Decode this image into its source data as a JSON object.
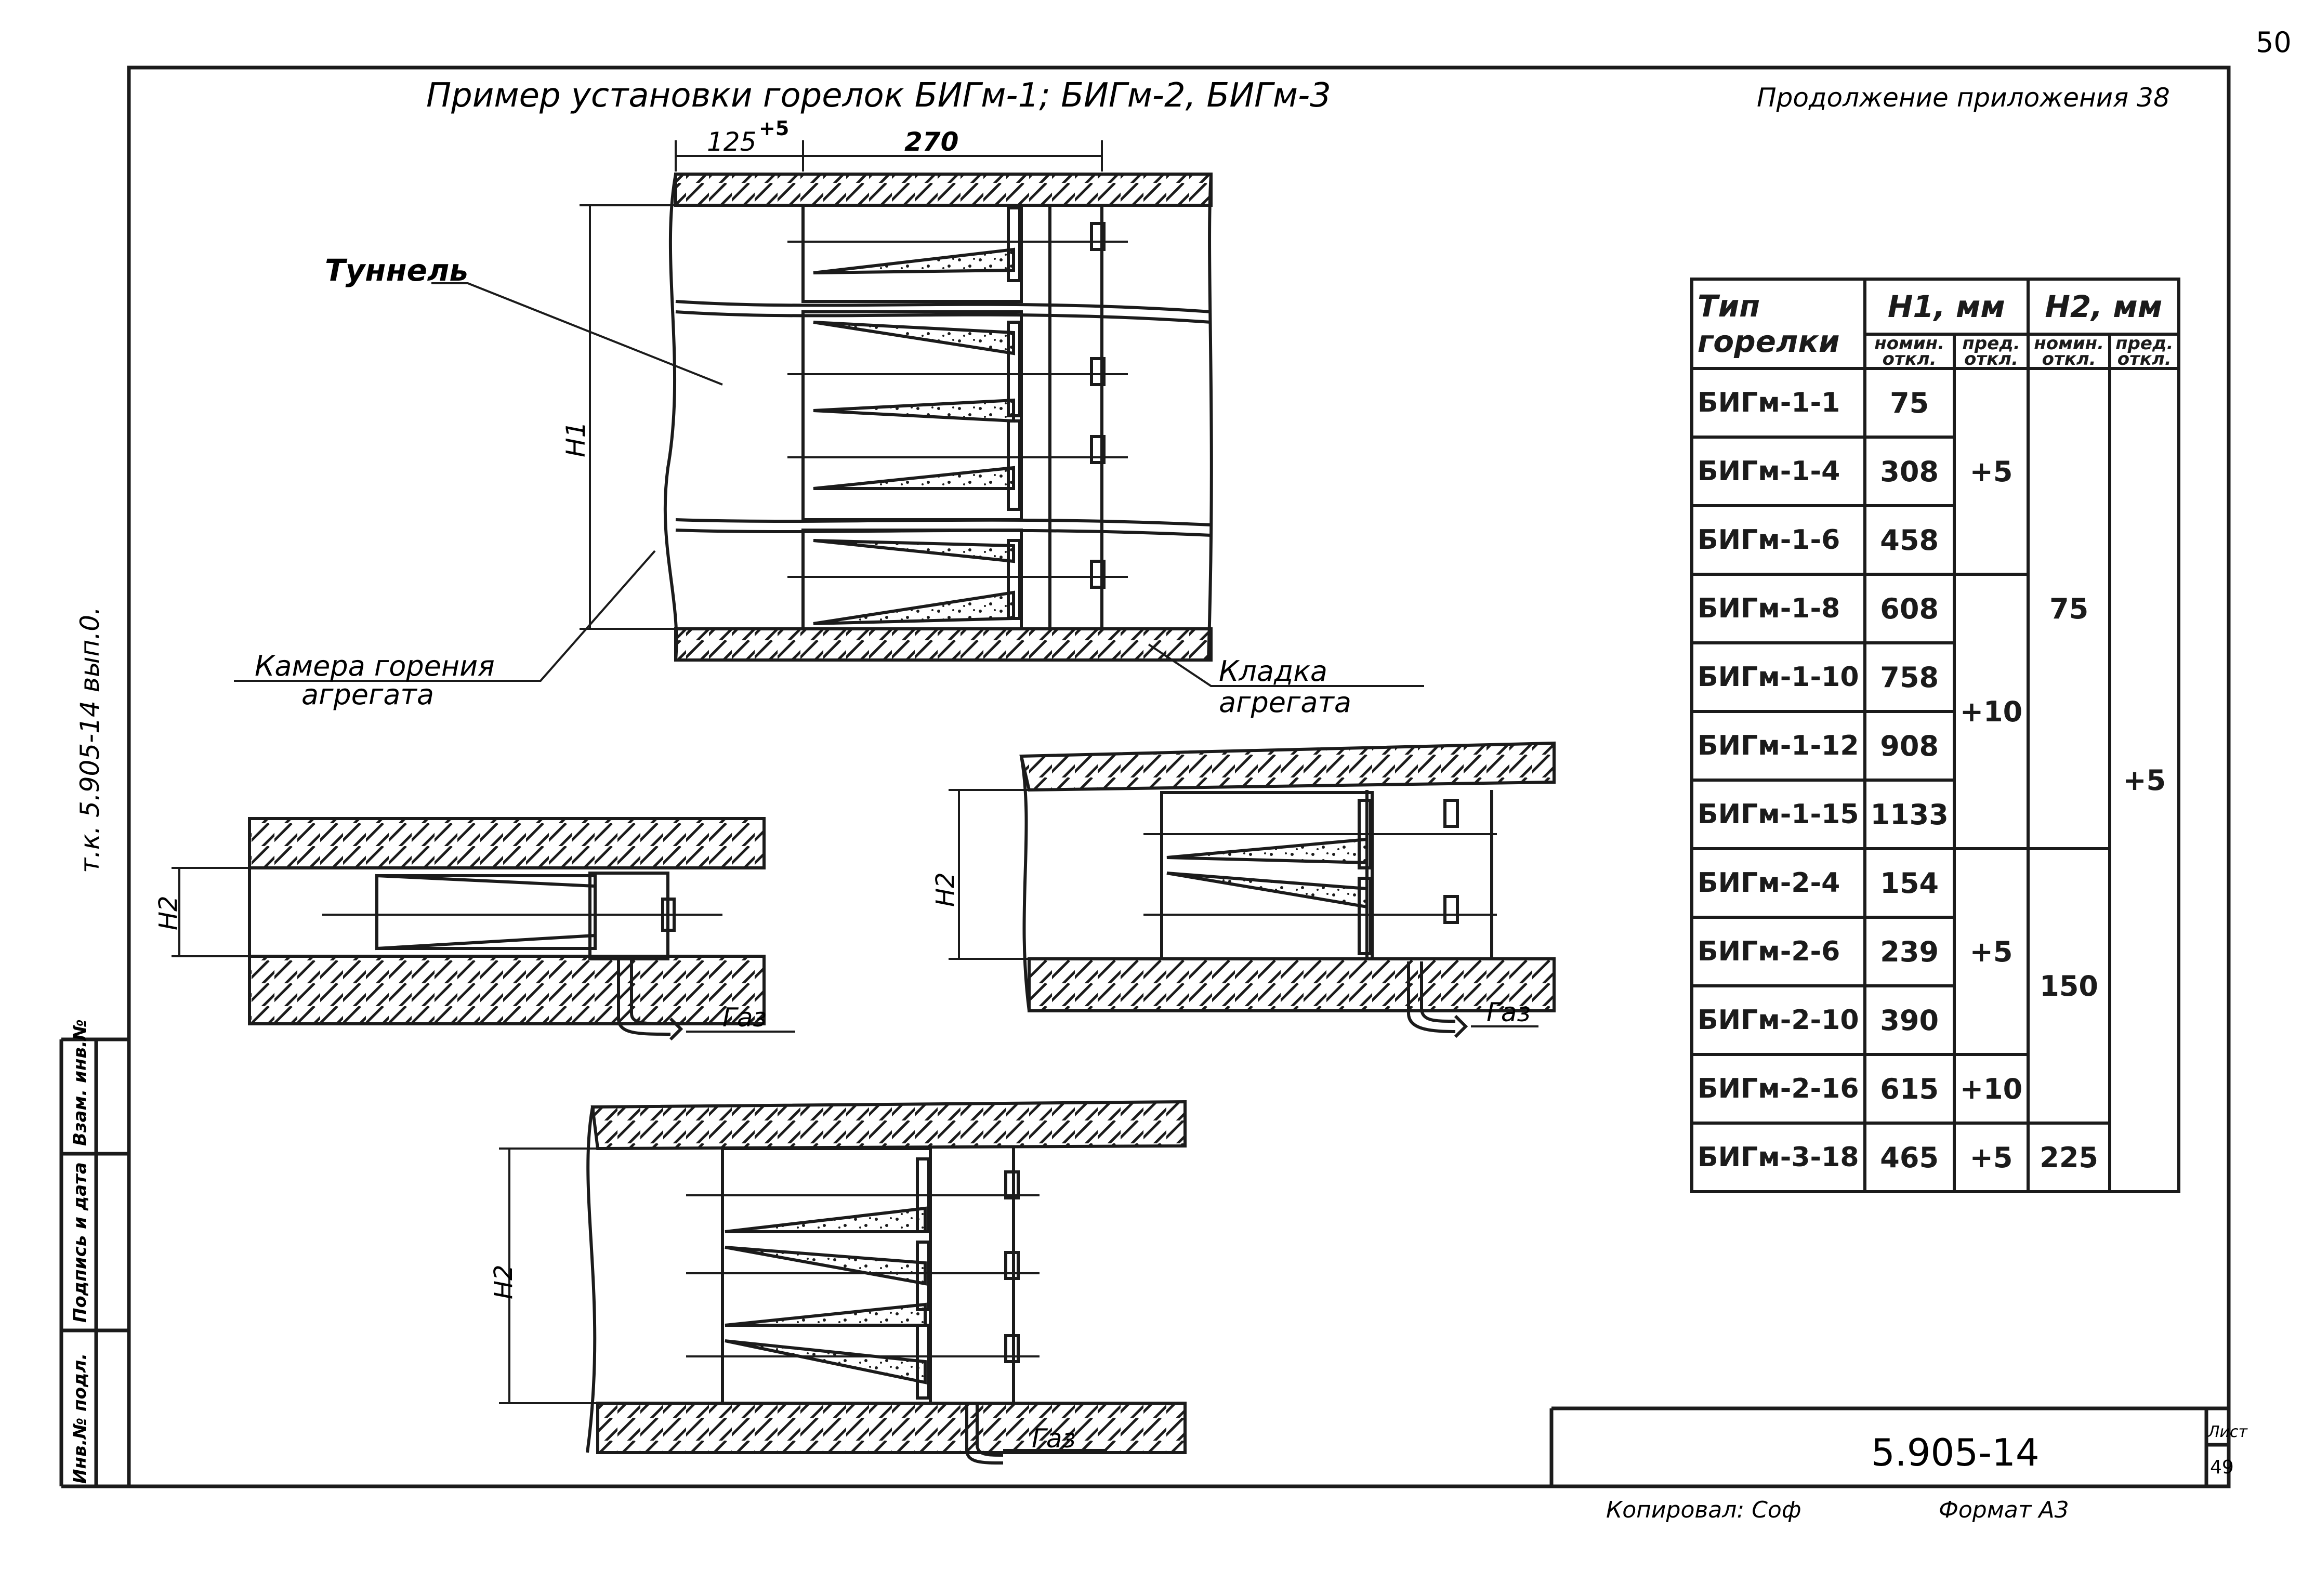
{
  "page_number": "50",
  "drawing_title": "Пример установки горелок БИГм-1; БИГм-2, БИГм-3",
  "continuation_note": "Продолжение приложения 38",
  "dimensions": {
    "d125": "125",
    "d125_tol": "+5",
    "d270": "270",
    "h1": "H1",
    "h2": "H2"
  },
  "labels": {
    "tunnel": "Туннель",
    "chamber_line1": "Камера горения",
    "chamber_line2": "агрегата",
    "masonry_line1": "Кладка",
    "masonry_line2": "агрегата",
    "gas": "Газ"
  },
  "table": {
    "col_type_line1": "Тип",
    "col_type_line2": "горелки",
    "col_h1": "H1, мм",
    "col_h2": "H2, мм",
    "sub_nom": "номин. откл.",
    "sub_pred": "пред. откл.",
    "rows": [
      {
        "type": "БИГм-1-1",
        "h1": "75"
      },
      {
        "type": "БИГм-1-4",
        "h1": "308"
      },
      {
        "type": "БИГм-1-6",
        "h1": "458"
      },
      {
        "type": "БИГм-1-8",
        "h1": "608"
      },
      {
        "type": "БИГм-1-10",
        "h1": "758"
      },
      {
        "type": "БИГм-1-12",
        "h1": "908"
      },
      {
        "type": "БИГм-1-15",
        "h1": "1133"
      },
      {
        "type": "БИГм-2-4",
        "h1": "154"
      },
      {
        "type": "БИГм-2-6",
        "h1": "239"
      },
      {
        "type": "БИГм-2-10",
        "h1": "390"
      },
      {
        "type": "БИГм-2-16",
        "h1": "615"
      },
      {
        "type": "БИГм-3-18",
        "h1": "465"
      }
    ],
    "h1_tol_a": "+5",
    "h1_tol_b": "+10",
    "h1_tol_c": "+5",
    "h1_tol_d": "+10",
    "h1_tol_e": "+5",
    "h2_nom_a": "75",
    "h2_nom_b": "150",
    "h2_nom_c": "225",
    "h2_tol": "+5"
  },
  "side_stamp": {
    "inv": "Инв.№ подл.",
    "sign": "Подпись и дата",
    "replace": "Взам. инв.№",
    "album": "т.к. 5.905-14  вып.0."
  },
  "title_block": {
    "doc_code": "5.905-14",
    "sheet_label": "Лист",
    "sheet_num": "49"
  },
  "footer": {
    "copied": "Копировал: Соф",
    "format": "Формат А3"
  }
}
